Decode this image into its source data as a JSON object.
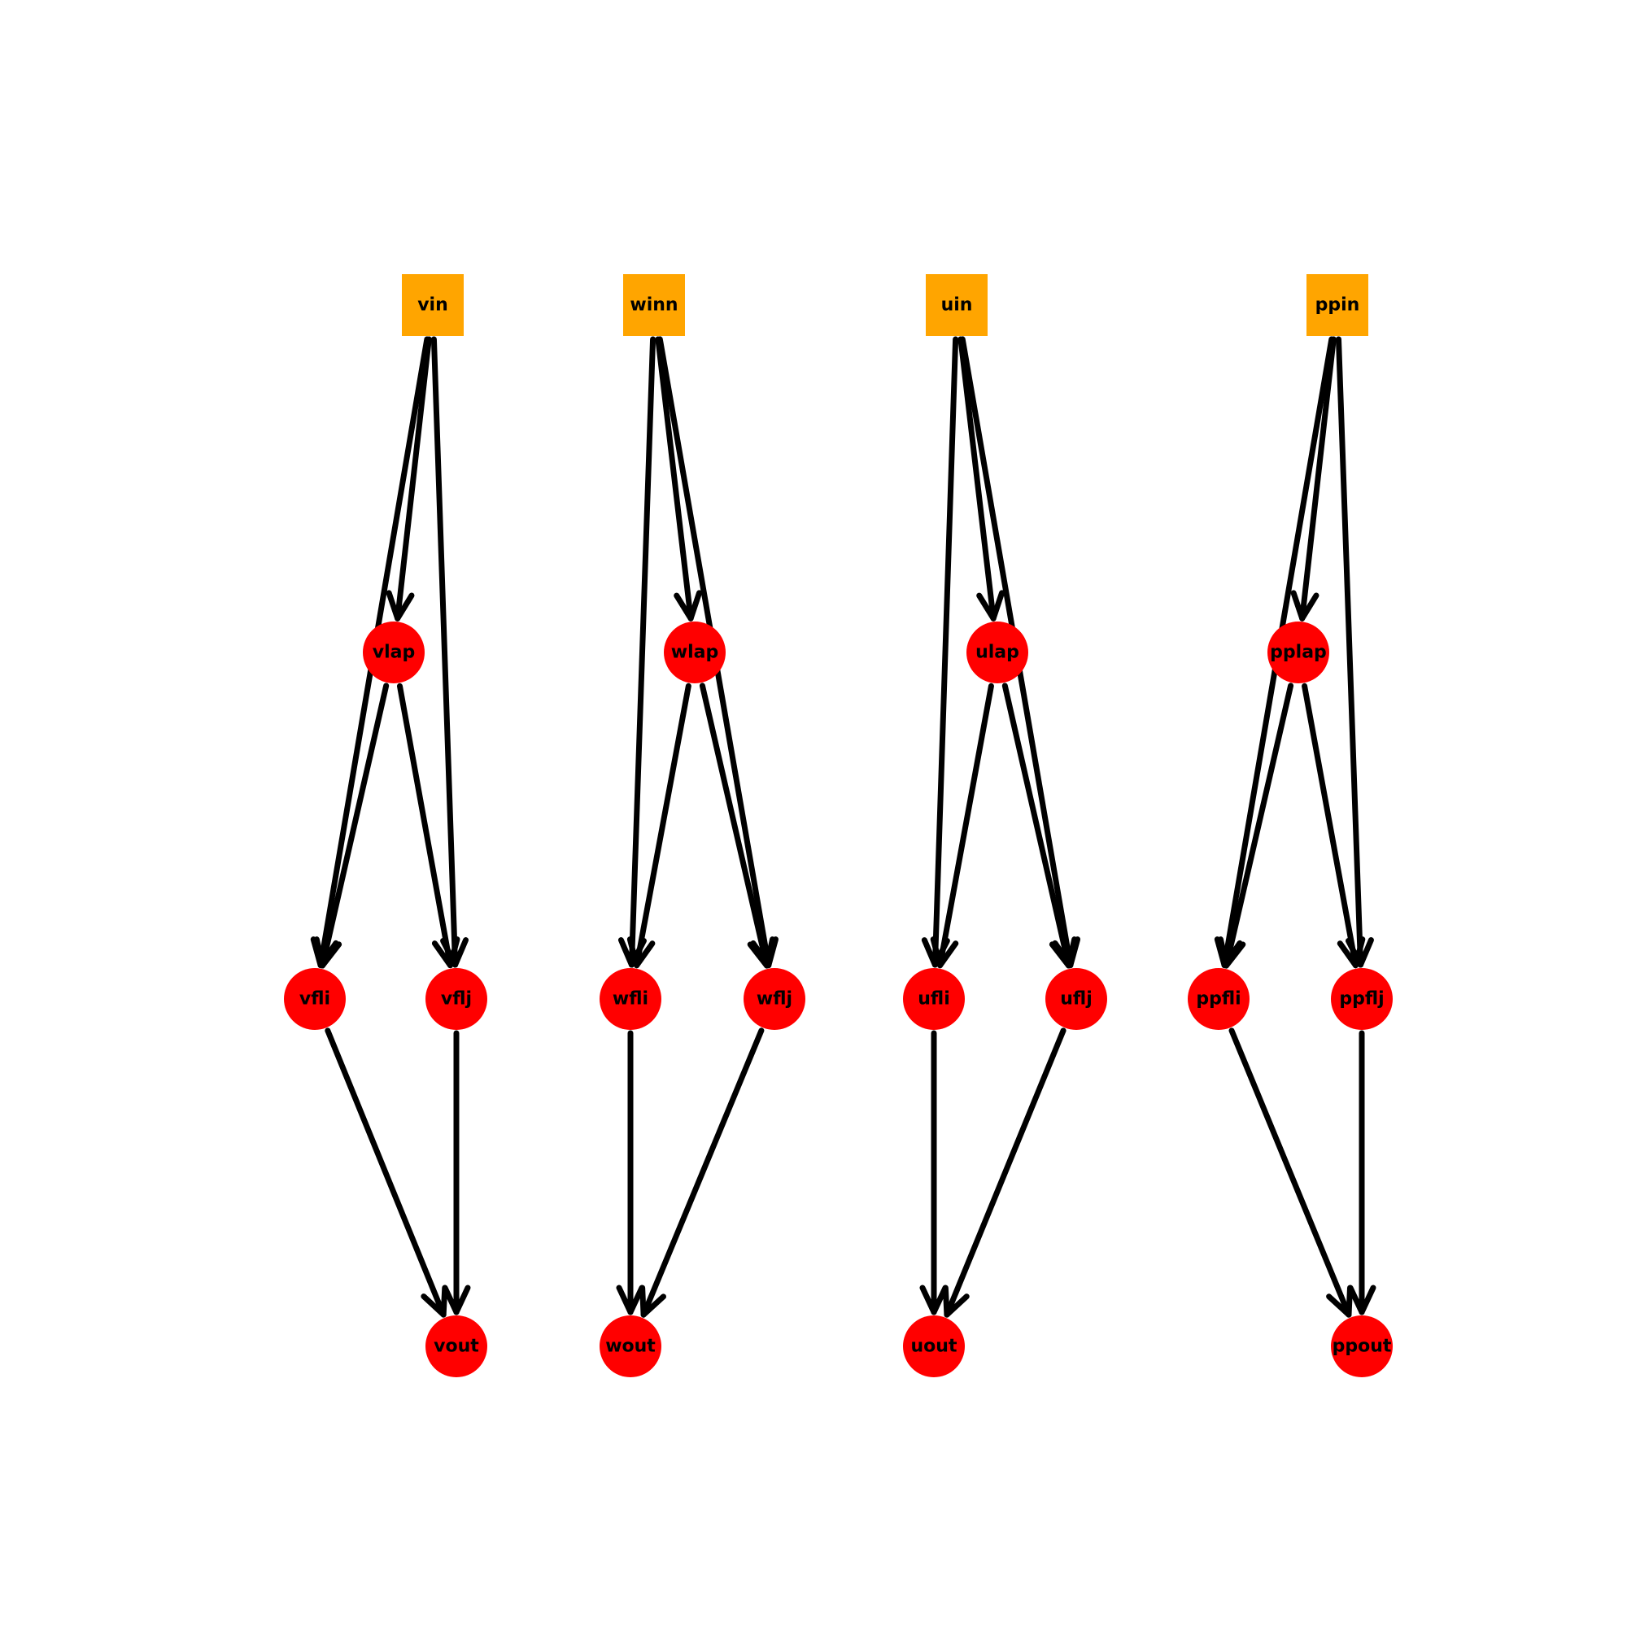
{
  "colors": {
    "input_node": "#FFA500",
    "op_node": "#FF0000",
    "edge": "#000000",
    "label": "#000000"
  },
  "nodes": [
    {
      "id": "vin",
      "label": "vin",
      "shape": "square"
    },
    {
      "id": "winn",
      "label": "winn",
      "shape": "square"
    },
    {
      "id": "uin",
      "label": "uin",
      "shape": "square"
    },
    {
      "id": "ppin",
      "label": "ppin",
      "shape": "square"
    },
    {
      "id": "vlap",
      "label": "vlap",
      "shape": "circle"
    },
    {
      "id": "wlap",
      "label": "wlap",
      "shape": "circle"
    },
    {
      "id": "ulap",
      "label": "ulap",
      "shape": "circle"
    },
    {
      "id": "pplap",
      "label": "pplap",
      "shape": "circle"
    },
    {
      "id": "vfli",
      "label": "vfli",
      "shape": "circle"
    },
    {
      "id": "vflj",
      "label": "vflj",
      "shape": "circle"
    },
    {
      "id": "wfli",
      "label": "wfli",
      "shape": "circle"
    },
    {
      "id": "wflj",
      "label": "wflj",
      "shape": "circle"
    },
    {
      "id": "ufli",
      "label": "ufli",
      "shape": "circle"
    },
    {
      "id": "uflj",
      "label": "uflj",
      "shape": "circle"
    },
    {
      "id": "ppfli",
      "label": "ppfli",
      "shape": "circle"
    },
    {
      "id": "ppflj",
      "label": "ppflj",
      "shape": "circle"
    },
    {
      "id": "vout",
      "label": "vout",
      "shape": "circle"
    },
    {
      "id": "wout",
      "label": "wout",
      "shape": "circle"
    },
    {
      "id": "uout",
      "label": "uout",
      "shape": "circle"
    },
    {
      "id": "ppout",
      "label": "ppout",
      "shape": "circle"
    }
  ],
  "edges": [
    {
      "from": "vin",
      "to": "vlap"
    },
    {
      "from": "vin",
      "to": "vfli"
    },
    {
      "from": "vin",
      "to": "vflj"
    },
    {
      "from": "vlap",
      "to": "vfli"
    },
    {
      "from": "vlap",
      "to": "vflj"
    },
    {
      "from": "vfli",
      "to": "vout"
    },
    {
      "from": "vflj",
      "to": "vout"
    },
    {
      "from": "winn",
      "to": "wlap"
    },
    {
      "from": "winn",
      "to": "wfli"
    },
    {
      "from": "winn",
      "to": "wflj"
    },
    {
      "from": "wlap",
      "to": "wfli"
    },
    {
      "from": "wlap",
      "to": "wflj"
    },
    {
      "from": "wfli",
      "to": "wout"
    },
    {
      "from": "wflj",
      "to": "wout"
    },
    {
      "from": "uin",
      "to": "ulap"
    },
    {
      "from": "uin",
      "to": "ufli"
    },
    {
      "from": "uin",
      "to": "uflj"
    },
    {
      "from": "ulap",
      "to": "ufli"
    },
    {
      "from": "ulap",
      "to": "uflj"
    },
    {
      "from": "ufli",
      "to": "uout"
    },
    {
      "from": "uflj",
      "to": "uout"
    },
    {
      "from": "ppin",
      "to": "pplap"
    },
    {
      "from": "ppin",
      "to": "ppfli"
    },
    {
      "from": "ppin",
      "to": "ppflj"
    },
    {
      "from": "pplap",
      "to": "ppfli"
    },
    {
      "from": "pplap",
      "to": "ppflj"
    },
    {
      "from": "ppfli",
      "to": "ppout"
    },
    {
      "from": "ppflj",
      "to": "ppout"
    }
  ]
}
